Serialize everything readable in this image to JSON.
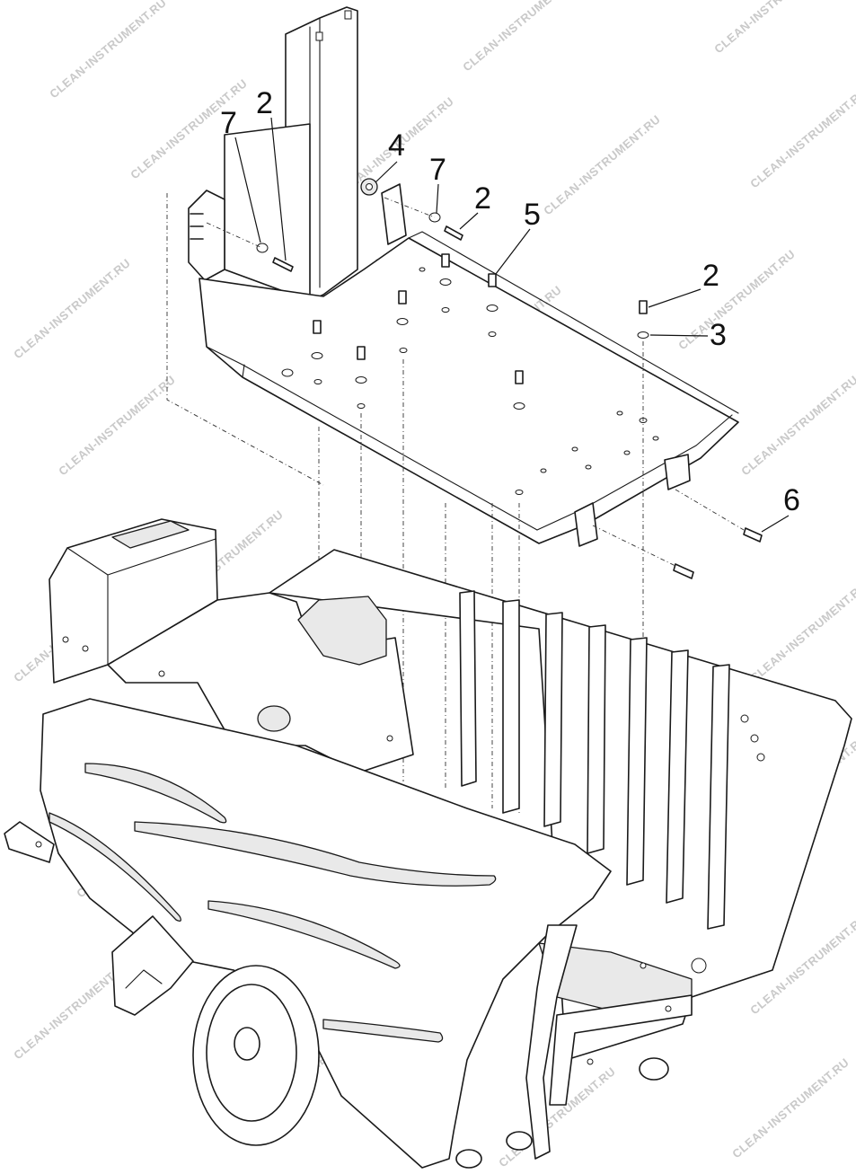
{
  "watermark": "CLEAN-INSTRUMENT.RU",
  "callouts": [
    {
      "id": "7a",
      "text": "7"
    },
    {
      "id": "2a",
      "text": "2"
    },
    {
      "id": "4",
      "text": "4"
    },
    {
      "id": "7b",
      "text": "7"
    },
    {
      "id": "2b",
      "text": "2"
    },
    {
      "id": "5",
      "text": "5"
    },
    {
      "id": "2c",
      "text": "2"
    },
    {
      "id": "3",
      "text": "3"
    },
    {
      "id": "6",
      "text": "6"
    }
  ]
}
